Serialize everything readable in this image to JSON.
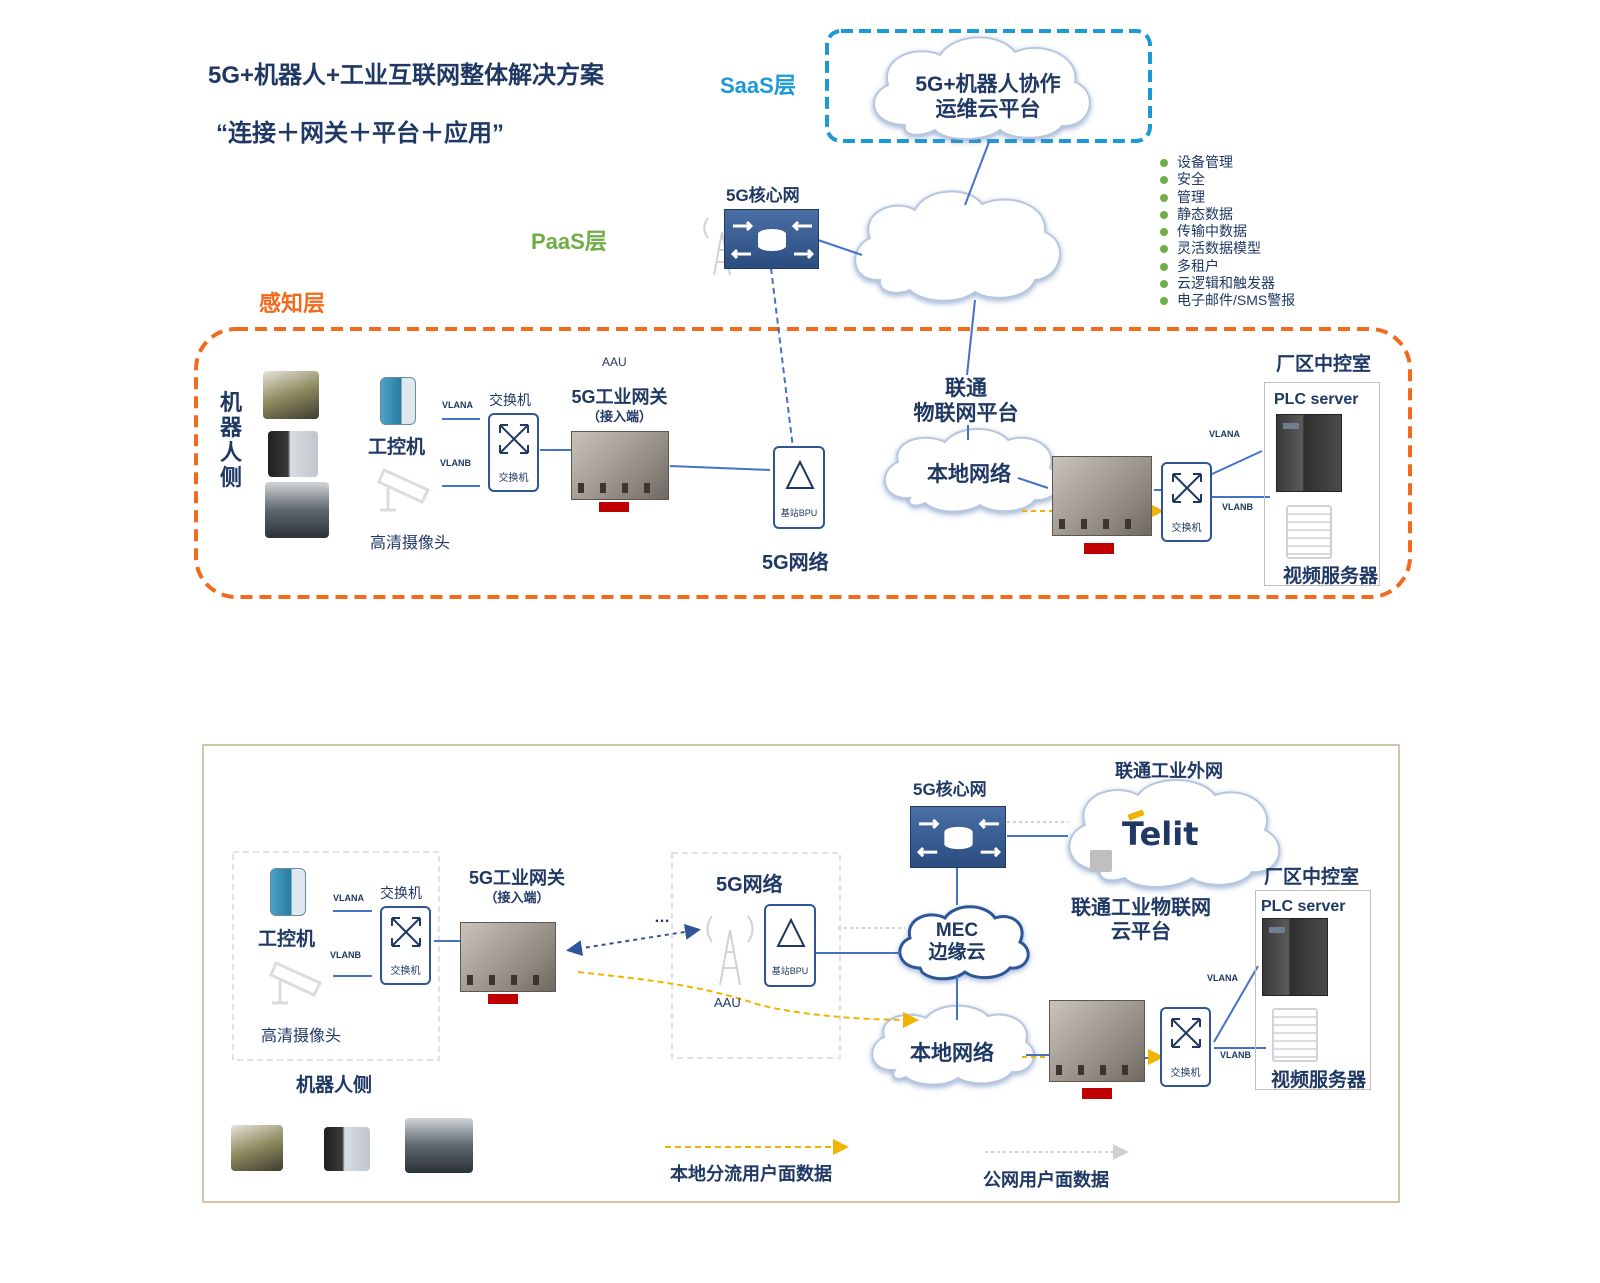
{
  "top": {
    "title": "5G+机器人+工业互联网整体解决方案",
    "subtitle": "“连接＋网关＋平台＋应用”",
    "saas_label": "SaaS层",
    "paas_label": "PaaS层",
    "perception_label": "感知层",
    "cloud_platform": {
      "line1": "5G+机器人协作",
      "line2": "运维云平台"
    },
    "core_network": "5G核心网",
    "features": [
      "设备管理",
      "安全",
      "管理",
      "静态数据",
      "传输中数据",
      "灵活数据模型",
      "多租户",
      "云逻辑和触发器",
      "电子邮件/SMS警报"
    ],
    "robot_side": "机器人侧",
    "ipc": "工控机",
    "camera": "高清摄像头",
    "vlana": "VLANA",
    "vlanb": "VLANB",
    "switch_title": "交换机",
    "switch_inner": "交换机",
    "gateway": {
      "line1": "5G工业网关",
      "line2": "（接入端）"
    },
    "aau": "AAU",
    "bpu": "基站BPU",
    "network_5g": "5G网络",
    "unicom_platform": {
      "line1": "联通",
      "line2": "物联网平台"
    },
    "local_network": "本地网络",
    "right_switch": "交换机",
    "right_vlana": "VLANA",
    "right_vlanb": "VLANB",
    "control_room": "厂区中控室",
    "plc": "PLC server",
    "video_server": "视频服务器"
  },
  "bottom": {
    "ipc": "工控机",
    "camera": "高清摄像头",
    "robot_side": "机器人侧",
    "vlana": "VLANA",
    "vlanb": "VLANB",
    "switch_title": "交换机",
    "switch_inner": "交换机",
    "gateway": {
      "line1": "5G工业网关",
      "line2": "（接入端）"
    },
    "dots": "…",
    "network_5g": "5G网络",
    "bpu": "基站BPU",
    "aau": "AAU",
    "core_network": "5G核心网",
    "unicom_external": "联通工业外网",
    "telit": "Telit",
    "unicom_iot": {
      "line1": "联通工业物联网",
      "line2": "云平台"
    },
    "mec": {
      "line1": "MEC",
      "line2": "边缘云"
    },
    "local_network": "本地网络",
    "right_switch": "交换机",
    "right_vlana": "VLANA",
    "right_vlanb": "VLANB",
    "control_room": "厂区中控室",
    "plc": "PLC server",
    "video_server": "视频服务器",
    "legend_local": "本地分流用户面数据",
    "legend_public": "公网用户面数据"
  },
  "colors": {
    "navy": "#1f3864",
    "saas": "#1a9ad6",
    "paas": "#70ad47",
    "perception": "#f26b1d",
    "wire": "#4472c4",
    "yellow": "#f0b400",
    "frame": "#c9b08a"
  }
}
